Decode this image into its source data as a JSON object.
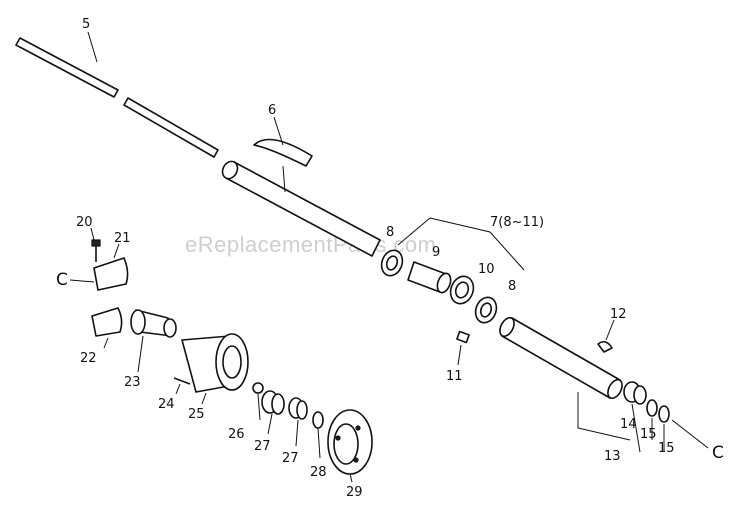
{
  "watermark": "eReplacementParts.com",
  "labels": {
    "p5": "5",
    "p6": "6",
    "p7": "7(8~11)",
    "p8a": "8",
    "p8b": "8",
    "p9": "9",
    "p10": "10",
    "p11": "11",
    "p12": "12",
    "p13": "13",
    "p14": "14",
    "p15a": "15",
    "p15b": "15",
    "p20": "20",
    "p21": "21",
    "p22": "22",
    "p23": "23",
    "p24": "24",
    "p25": "25",
    "p26": "26",
    "p27a": "27",
    "p27b": "27",
    "p28": "28",
    "p29": "29",
    "c_left": "C",
    "c_right": "C"
  }
}
